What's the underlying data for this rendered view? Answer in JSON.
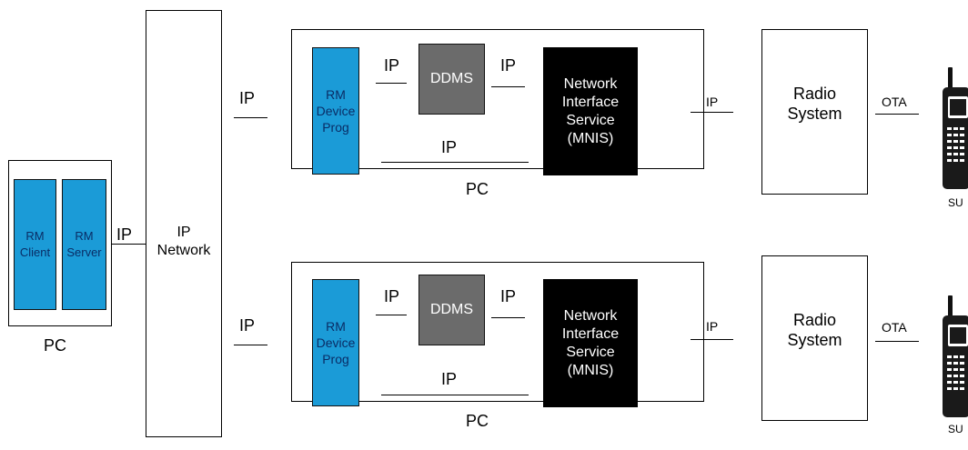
{
  "left_pc": {
    "label": "PC",
    "rm_client": "RM\nClient",
    "rm_server": "RM\nServer",
    "link_label": "IP"
  },
  "network": {
    "label": "IP\nNetwork"
  },
  "branches": [
    {
      "in_label": "IP",
      "pc_label": "PC",
      "device_prog": "RM\nDevice\nProg",
      "ip_left": "IP",
      "ddms": "DDMS",
      "ip_right": "IP",
      "mnis": "Network\nInterface\nService\n(MNIS)",
      "ip_bottom": "IP",
      "ip_to_radio": "IP",
      "radio_system": "Radio\nSystem",
      "ota": "OTA",
      "su": "SU"
    },
    {
      "in_label": "IP",
      "pc_label": "PC",
      "device_prog": "RM\nDevice\nProg",
      "ip_left": "IP",
      "ddms": "DDMS",
      "ip_right": "IP",
      "mnis": "Network\nInterface\nService\n(MNIS)",
      "ip_bottom": "IP",
      "ip_to_radio": "IP",
      "radio_system": "Radio\nSystem",
      "ota": "OTA",
      "su": "SU"
    }
  ],
  "colors": {
    "blue": "#1b9bd7",
    "grey": "#6b6b6b",
    "black": "#000000"
  },
  "icons": {
    "radio": "handheld-radio-icon"
  }
}
